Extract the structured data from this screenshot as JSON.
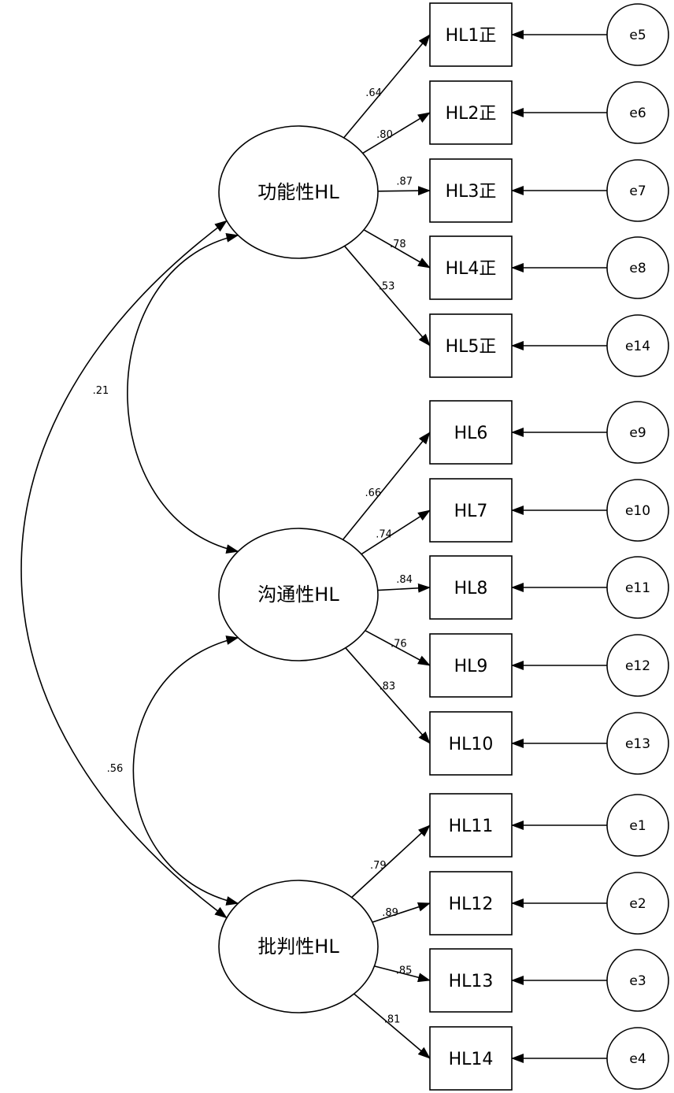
{
  "factors": [
    {
      "label": "功能性HL"
    },
    {
      "label": "沟通性HL"
    },
    {
      "label": "批判性HL"
    }
  ],
  "indicators": [
    {
      "label": "HL1正",
      "error": "e5",
      "factor": 0,
      "loading": ".64"
    },
    {
      "label": "HL2正",
      "error": "e6",
      "factor": 0,
      "loading": ".80"
    },
    {
      "label": "HL3正",
      "error": "e7",
      "factor": 0,
      "loading": ".87"
    },
    {
      "label": "HL4正",
      "error": "e8",
      "factor": 0,
      "loading": ".78"
    },
    {
      "label": "HL5正",
      "error": "e14",
      "factor": 0,
      "loading": ".53"
    },
    {
      "label": "HL6",
      "error": "e9",
      "factor": 1,
      "loading": ".66"
    },
    {
      "label": "HL7",
      "error": "e10",
      "factor": 1,
      "loading": ".74"
    },
    {
      "label": "HL8",
      "error": "e11",
      "factor": 1,
      "loading": ".84"
    },
    {
      "label": "HL9",
      "error": "e12",
      "factor": 1,
      "loading": ".76"
    },
    {
      "label": "HL10",
      "error": "e13",
      "factor": 1,
      "loading": ".83"
    },
    {
      "label": "HL11",
      "error": "e1",
      "factor": 2,
      "loading": ".79"
    },
    {
      "label": "HL12",
      "error": "e2",
      "factor": 2,
      "loading": ".89"
    },
    {
      "label": "HL13",
      "error": "e3",
      "factor": 2,
      "loading": ".85"
    },
    {
      "label": "HL14",
      "error": "e4",
      "factor": 2,
      "loading": ".81"
    }
  ],
  "covariances": [
    {
      "from": 0,
      "to": 1,
      "value": ".21"
    },
    {
      "from": 1,
      "to": 2,
      "value": ".56"
    },
    {
      "from": 0,
      "to": 2,
      "value": ""
    }
  ]
}
